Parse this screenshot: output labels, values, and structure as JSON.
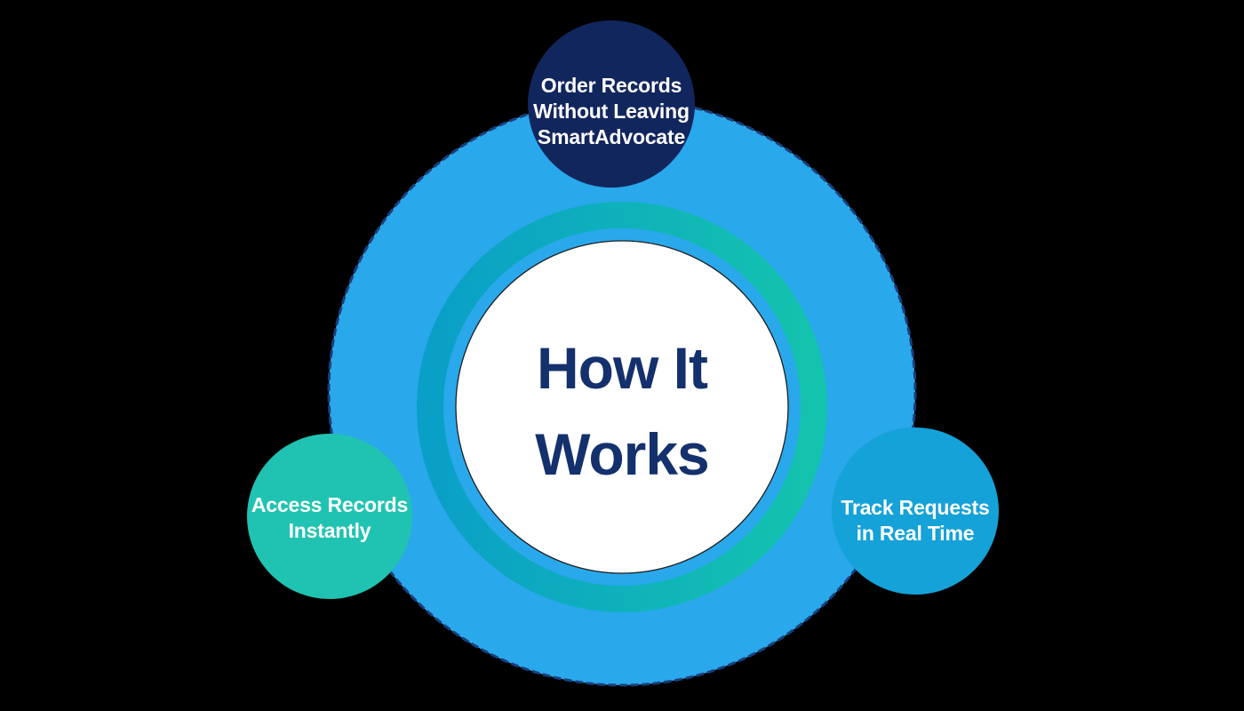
{
  "title": {
    "lines": [
      "How It",
      "Works"
    ]
  },
  "nodes": [
    {
      "id": "order-records",
      "lines": [
        "Order Records",
        "Without Leaving",
        "SmartAdvocate"
      ]
    },
    {
      "id": "access-records",
      "lines": [
        "Access Records",
        "Instantly"
      ]
    },
    {
      "id": "track-requests",
      "lines": [
        "Track Requests",
        "in Real Time"
      ]
    }
  ],
  "colors": {
    "background": "#000000",
    "main_circle_fill": "#29A8EC",
    "main_circle_dash_border": "#1B3E7D",
    "ring_gradient_start": "#0A9FC7",
    "ring_gradient_end": "#14C3AE",
    "center_circle_fill": "#FFFFFF",
    "center_circle_outline": "#1F1F1F",
    "title_text": "#14316D",
    "node_top_fill": "#12265E",
    "node_left_fill": "#20C3B2",
    "node_right_fill": "#15A2D8",
    "node_text": "#FFFFFF"
  }
}
